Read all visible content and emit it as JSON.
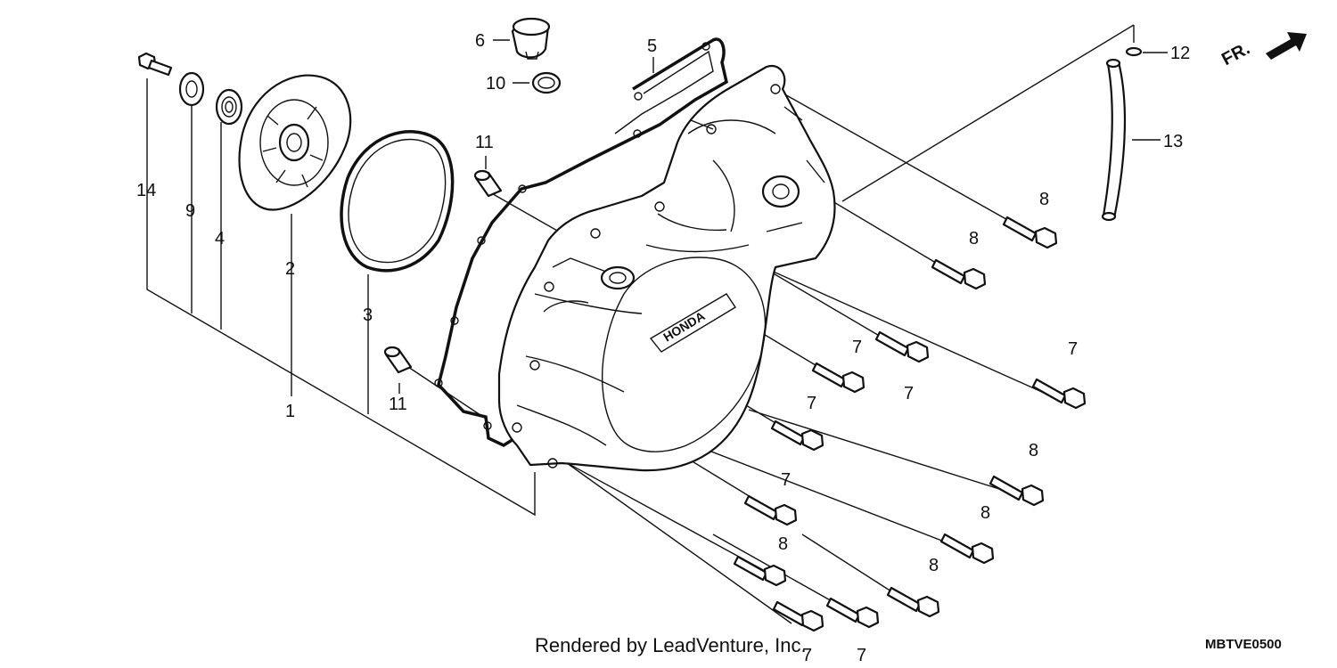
{
  "callouts": [
    {
      "id": "c1",
      "text": "1"
    },
    {
      "id": "c2",
      "text": "2"
    },
    {
      "id": "c3",
      "text": "3"
    },
    {
      "id": "c4",
      "text": "4"
    },
    {
      "id": "c5",
      "text": "5"
    },
    {
      "id": "c6",
      "text": "6"
    },
    {
      "id": "c9",
      "text": "9"
    },
    {
      "id": "c10",
      "text": "10"
    },
    {
      "id": "c11a",
      "text": "11"
    },
    {
      "id": "c11b",
      "text": "11"
    },
    {
      "id": "c12",
      "text": "12"
    },
    {
      "id": "c13",
      "text": "13"
    },
    {
      "id": "c14",
      "text": "14"
    },
    {
      "id": "c8a",
      "text": "8"
    },
    {
      "id": "c8b",
      "text": "8"
    },
    {
      "id": "c8c",
      "text": "8"
    },
    {
      "id": "c8d",
      "text": "8"
    },
    {
      "id": "c8e",
      "text": "8"
    },
    {
      "id": "c8f",
      "text": "8"
    },
    {
      "id": "c7a",
      "text": "7"
    },
    {
      "id": "c7b",
      "text": "7"
    },
    {
      "id": "c7c",
      "text": "7"
    },
    {
      "id": "c7d",
      "text": "7"
    },
    {
      "id": "c7e",
      "text": "7"
    },
    {
      "id": "c7f",
      "text": "7"
    },
    {
      "id": "c7g",
      "text": "7"
    }
  ],
  "cover_logo": "HONDA",
  "direction_label": "FR.",
  "credit": "Rendered by LeadVenture, Inc.",
  "diagram_code": "MBTVE0500"
}
